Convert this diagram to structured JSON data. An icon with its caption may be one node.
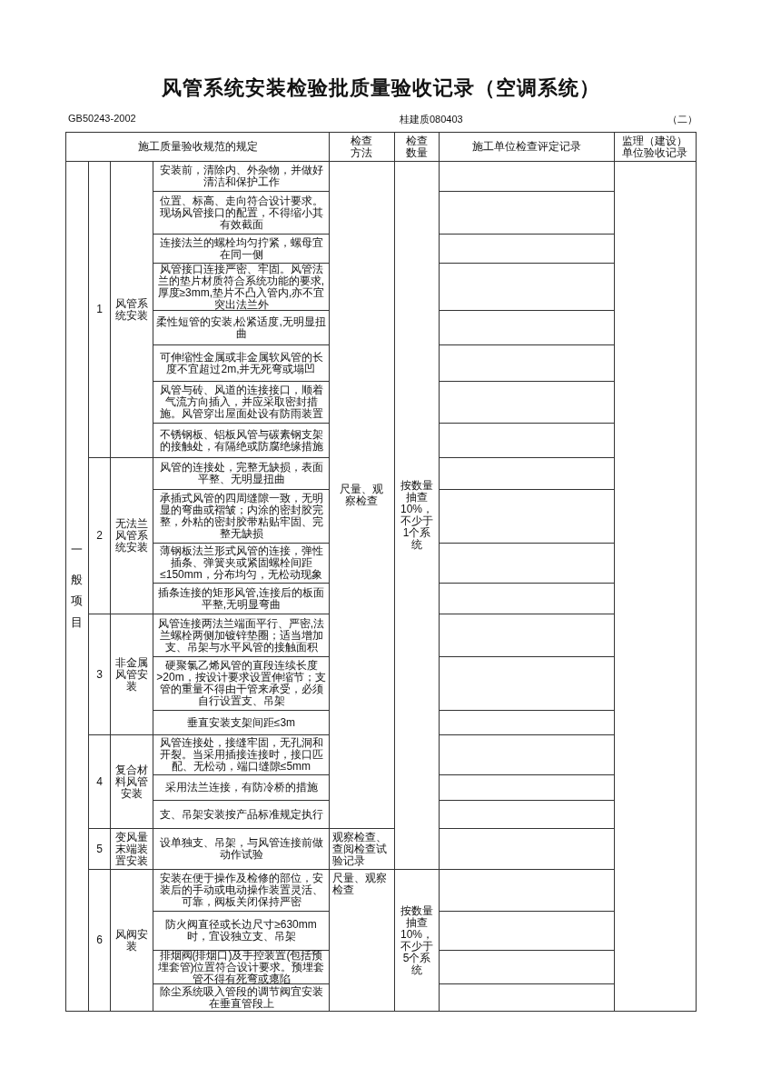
{
  "diagram": {
    "title": "风管系统安装检验批质量验收记录（空调系统）",
    "labels": [
      "GB50243-2002",
      "桂建质080403",
      "（二）",
      "施工质量验收规范的规定",
      "检查方法",
      "检查数量",
      "施工单位检查评定记录",
      "监理（建设）单位验收记录",
      "一般项目",
      "1",
      "风管系统安装",
      "安装前，清除内、外杂物，并做好清洁和保护工作",
      "尺量、观察检查",
      "按数量抽查10%，不少于1个系统",
      "位置、标高、走向符合设计要求。现场风管接口的配置，不得缩小其有效截面",
      "连接法兰的螺栓均匀拧紧，螺母宜在同一侧",
      "风管接口连接严密、牢固。风管法兰的垫片材质符合系统功能的要求,厚度≥3mm,垫片不凸入管内,亦不宜突出法兰外",
      "柔性短管的安装,松紧适度,无明显扭曲",
      "可伸缩性金属或非金属软风管的长度不宜超过2m,并无死弯或塌凹",
      "风管与砖、风道的连接接口，顺着气流方向插入，并应采取密封措施。风管穿出屋面处设有防雨装置",
      "不锈钢板、铝板风管与碳素钢支架的接触处，有隔绝或防腐绝缘措施",
      "2",
      "无法兰风管系统安装",
      "风管的连接处，完整无缺损，表面平整、无明显扭曲",
      "承插式风管的四周缝隙一致，无明显的弯曲或褶皱；内涂的密封胶完整，外粘的密封胶带粘贴牢固、完整无缺损",
      "薄钢板法兰形式风管的连接，弹性插条、弹簧夹或紧固螺栓间距≤150mm，分布均匀，无松动现象",
      "插条连接的矩形风管,连接后的板面平整,无明显弯曲",
      "3",
      "非金属风管安装",
      "风管连接两法兰端面平行、严密,法兰螺栓两侧加镀锌垫圈；适当增加支、吊架与水平风管的接触面积",
      "硬聚氯乙烯风管的直段连续长度>20m，按设计要求设置伸缩节；支管的重量不得由干管来承受，必须自行设置支、吊架",
      "垂直安装支架间距≤3m",
      "4",
      "复合材料风管安装",
      "风管连接处，接缝牢固，无孔洞和开裂。当采用插接连接时，接口匹配、无松动，端口缝隙≤5mm",
      "采用法兰连接，有防冷桥的措施",
      "支、吊架安装按产品标准规定执行",
      "5",
      "变风量末端装置安装",
      "设单独支、吊架，与风管连接前做动作试验",
      "观察检查、查阅检查试验记录",
      "6",
      "风阀安装",
      "安装在便于操作及检修的部位，安装后的手动或电动操作装置灵活、可靠，阀板关闭保持严密",
      "尺量、观察检查",
      "按数量抽查10%，不少于5个系统",
      "防火阀直径或长边尺寸≥630mm时，宜设独立支、吊架",
      "排烟阀(排烟口)及手控装置(包括预埋套管)位置符合设计要求。预埋套管不得有死弯或瘪陷",
      "除尘系统吸入管段的调节阀宜安装在垂直管段上"
    ]
  }
}
